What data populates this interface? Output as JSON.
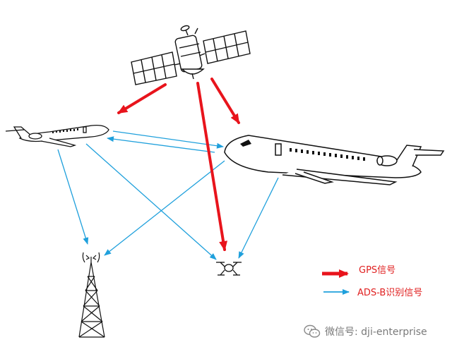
{
  "legend": {
    "gps_label": "GPS信号",
    "adsb_label": "ADS-B识别信号"
  },
  "watermark": {
    "text": "微信号: dji-enterprise"
  },
  "colors": {
    "gps_arrow": "#e8141c",
    "adsb_arrow": "#1fa0dc",
    "line_art": "#111111",
    "watermark": "#7a7a7a"
  },
  "icons": {
    "satellite": "satellite-icon",
    "jet_small": "small-jet-icon",
    "jet_large": "large-jet-icon",
    "radio_tower": "radio-tower-icon",
    "drone": "drone-icon",
    "wechat": "wechat-icon"
  }
}
